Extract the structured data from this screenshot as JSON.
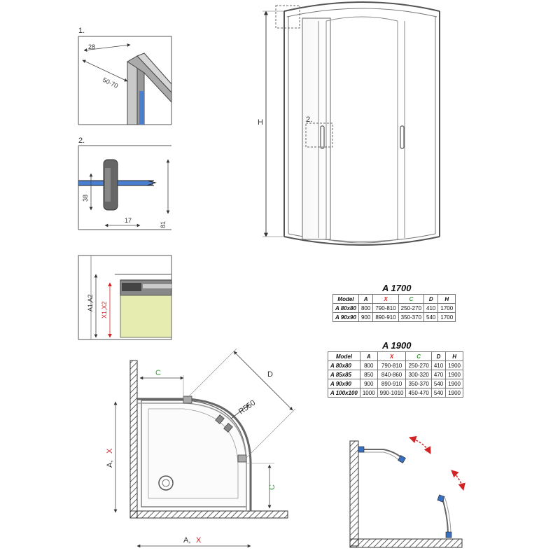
{
  "front_view": {
    "height_label": "H",
    "callout_2": "2."
  },
  "detail_1": {
    "number": "1.",
    "dim_a": "28",
    "dim_b": "50-70"
  },
  "detail_2": {
    "number": "2.",
    "dim_height": "38",
    "dim_width": "17",
    "dim_total": "81"
  },
  "detail_3": {
    "label_a": "A1,A2",
    "label_x": "X1,X2"
  },
  "plan_view": {
    "label_c_top": "C",
    "label_d": "D",
    "label_radius": "R550",
    "label_c_side": "C",
    "label_ax_left_a": "A,",
    "label_ax_left_x": "X",
    "label_ax_bottom_a": "A,",
    "label_ax_bottom_x": "X"
  },
  "table_1700": {
    "title": "A 1700",
    "headers": [
      "Model",
      "A",
      "X",
      "C",
      "D",
      "H"
    ],
    "rows": [
      [
        "A 80x80",
        "800",
        "790-810",
        "250-270",
        "410",
        "1700"
      ],
      [
        "A 90x90",
        "900",
        "890-910",
        "350-370",
        "540",
        "1700"
      ]
    ]
  },
  "table_1900": {
    "title": "A 1900",
    "headers": [
      "Model",
      "A",
      "X",
      "C",
      "D",
      "H"
    ],
    "rows": [
      [
        "A 80x80",
        "800",
        "790-810",
        "250-270",
        "410",
        "1900"
      ],
      [
        "A 85x85",
        "850",
        "840-860",
        "300-320",
        "470",
        "1900"
      ],
      [
        "A 90x90",
        "900",
        "890-910",
        "350-370",
        "540",
        "1900"
      ],
      [
        "A 100x100",
        "1000",
        "990-1010",
        "450-470",
        "540",
        "1900"
      ]
    ]
  },
  "colors": {
    "accent_red": "#d22222",
    "accent_green": "#3a9a3a",
    "glass_blue": "#4a7fd0",
    "fill_yellow": "#e6ebb0"
  }
}
